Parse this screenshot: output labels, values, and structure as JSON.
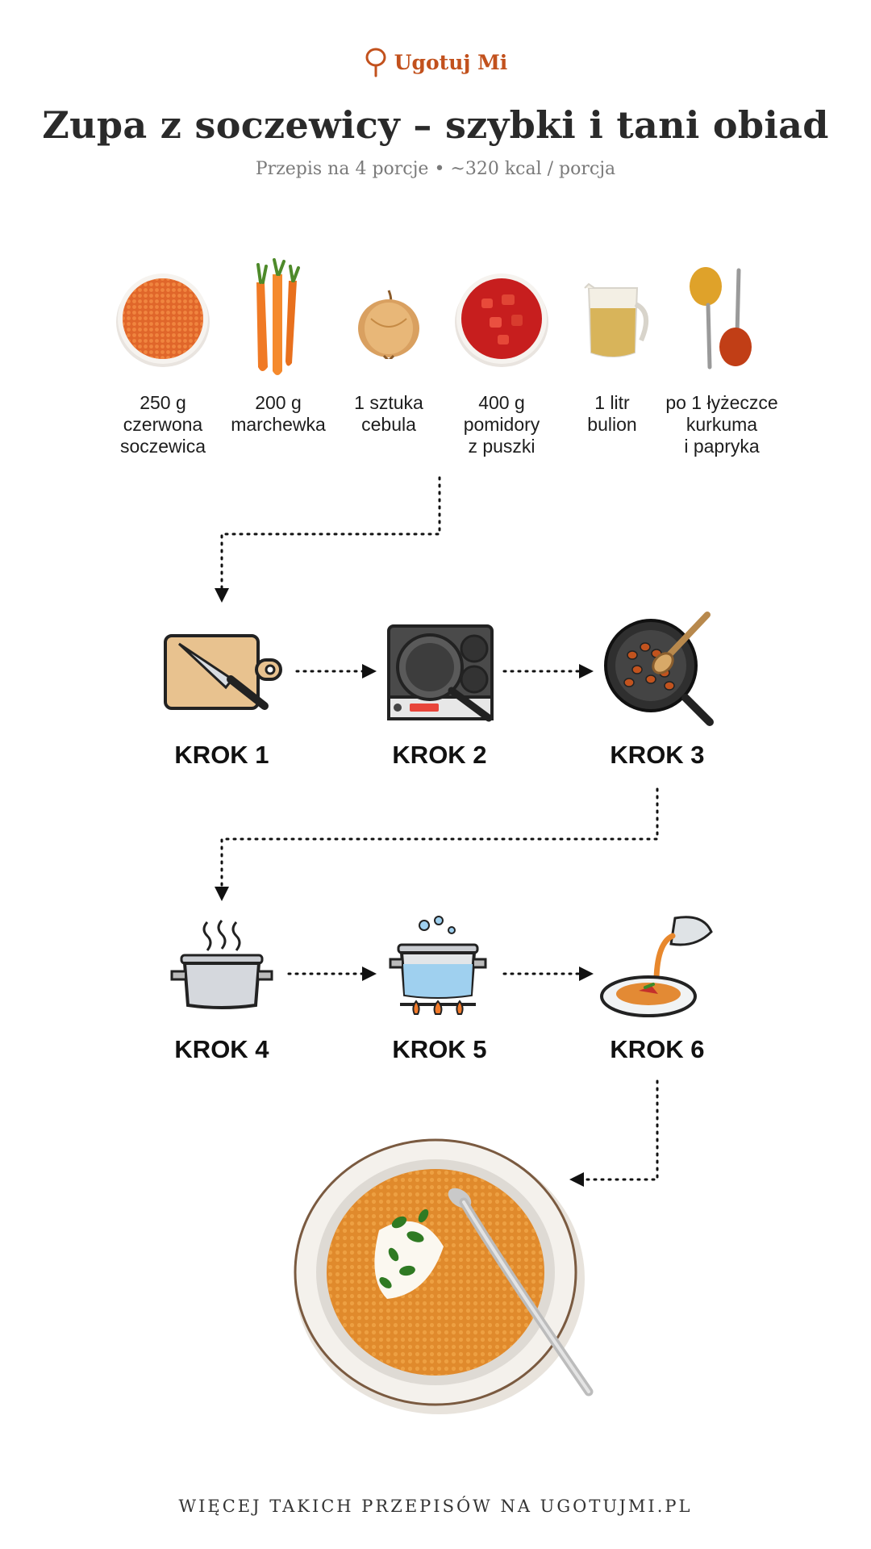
{
  "brand": {
    "name": "Ugotuj Mi",
    "accent": "#c2511d"
  },
  "title": "Zupa z soczewicy – szybki i tani obiad",
  "subtitle": "Przepis na 4 porcje • ~320 kcal / porcja",
  "ingredients": [
    {
      "icon": "lentils-bowl-icon",
      "lines": [
        "250 g",
        "czerwona",
        "soczewica"
      ]
    },
    {
      "icon": "carrots-icon",
      "lines": [
        "200 g",
        "marchewka"
      ]
    },
    {
      "icon": "onion-icon",
      "lines": [
        "1 sztuka",
        "cebula"
      ]
    },
    {
      "icon": "tomatoes-bowl-icon",
      "lines": [
        "400 g",
        "pomidory",
        "z puszki"
      ]
    },
    {
      "icon": "broth-jug-icon",
      "lines": [
        "1 litr",
        "bulion"
      ]
    },
    {
      "icon": "spice-spoons-icon",
      "lines": [
        "po 1 łyżeczce",
        "kurkuma",
        "i papryka"
      ]
    }
  ],
  "steps": [
    {
      "label": "KROK 1",
      "icon": "cutting-board-knife-icon"
    },
    {
      "label": "KROK 2",
      "icon": "stove-pan-icon"
    },
    {
      "label": "KROK 3",
      "icon": "frying-pan-spoon-icon"
    },
    {
      "label": "KROK 4",
      "icon": "steaming-pot-icon"
    },
    {
      "label": "KROK 5",
      "icon": "boiling-pot-icon"
    },
    {
      "label": "KROK 6",
      "icon": "pouring-soup-icon"
    }
  ],
  "final_dish_icon": "lentil-soup-bowl-icon",
  "footer": "WIĘCEJ TAKICH PRZEPISÓW NA UGOTUJMI.PL"
}
